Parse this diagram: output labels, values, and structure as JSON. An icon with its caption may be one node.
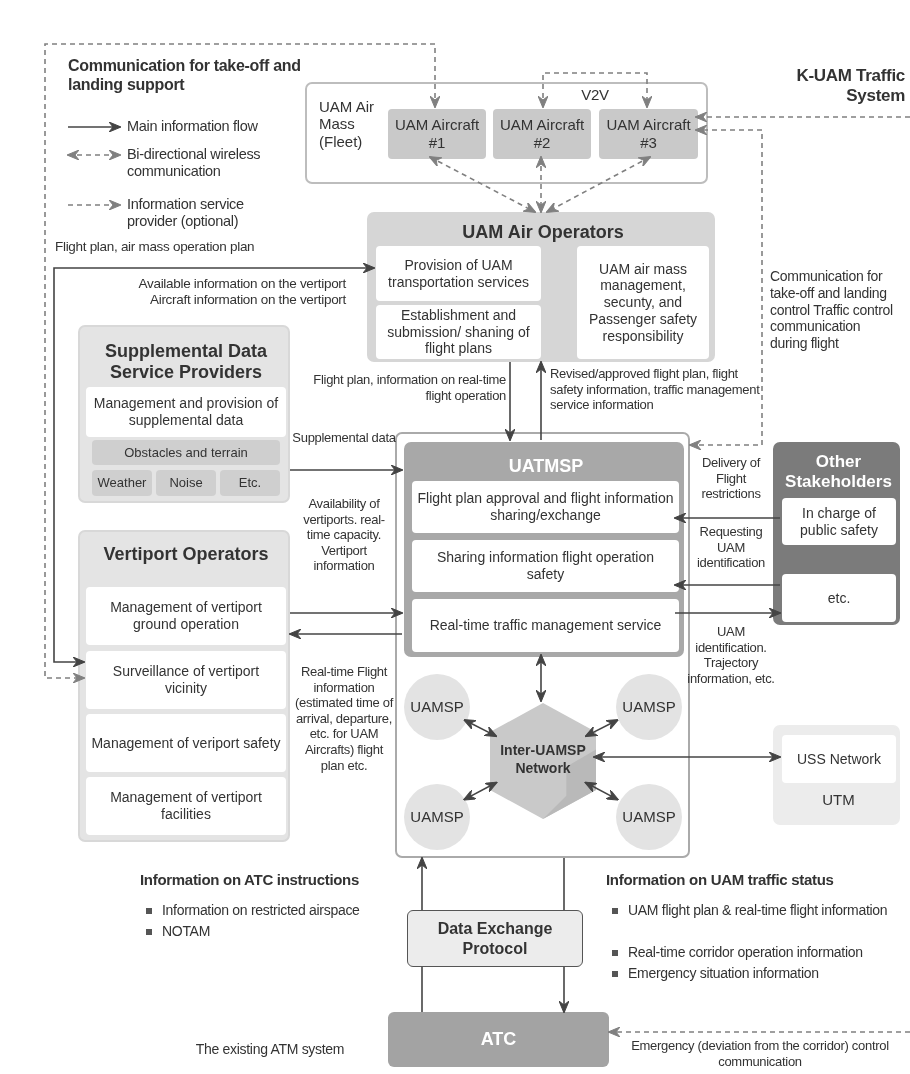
{
  "diagram": {
    "nodes": [
      {
        "text": [
          "UAM Air Mass (Fleet)"
        ]
      },
      {
        "text": [
          "UAM Aircraft #1"
        ],
        "in": 0
      },
      {
        "text": [
          "UAM Aircraft #2"
        ],
        "in": 0
      },
      {
        "text": [
          "UAM Aircraft #3"
        ],
        "in": 0
      },
      {
        "text": [
          "UAM Air Operators"
        ]
      },
      {
        "text": [
          "Provision of UAM transportation services"
        ],
        "in": 4
      },
      {
        "text": [
          "Establishment and submission/ shaning of flight plans"
        ],
        "in": 4
      },
      {
        "text": [
          "UAM air mass management, secunty, and Passenger safety responsibility"
        ],
        "in": 4
      },
      {
        "text": [
          "Supplemental Data Service Providers"
        ]
      },
      {
        "text": [
          "Management and provision of supplemental data"
        ],
        "in": 8
      },
      {
        "text": [
          "Obstacles and terrain"
        ],
        "in": 8
      },
      {
        "text": [
          "Weather"
        ],
        "in": 8
      },
      {
        "text": [
          "Noise"
        ],
        "in": 8
      },
      {
        "text": [
          "Etc."
        ],
        "in": 8
      },
      {
        "text": [
          "Vertiport Operators"
        ]
      },
      {
        "text": [
          "Management of vertiport ground operation"
        ],
        "in": 14
      },
      {
        "text": [
          "Surveillance of vertiport vicinity"
        ],
        "in": 14
      },
      {
        "text": [
          "Management of veriport safety"
        ],
        "in": 14
      },
      {
        "text": [
          "Management of vertiport facilities"
        ],
        "in": 14
      },
      {
        "text": [],
        "shape": "box"
      },
      {
        "text": [
          "UATMSP"
        ],
        "in": 19
      },
      {
        "text": [
          "Flight plan approval and flight information sharing/exchange"
        ],
        "in": 20
      },
      {
        "text": [
          "Sharing information flight operation safety"
        ],
        "in": 20
      },
      {
        "text": [
          "Real-time traffic management service"
        ],
        "in": 20
      },
      {
        "text": [
          "UAMSP"
        ],
        "in": 19
      },
      {
        "text": [
          "UAMSP"
        ],
        "in": 19
      },
      {
        "text": [
          "Inter-UAMSP Network"
        ],
        "in": 19
      },
      {
        "text": [
          "UAMSP"
        ],
        "in": 19
      },
      {
        "text": [
          "UAMSP"
        ],
        "in": 19
      },
      {
        "text": [
          "Other Stakeholders"
        ]
      },
      {
        "text": [
          "In charge of public safety"
        ],
        "in": 29
      },
      {
        "text": [
          "etc."
        ],
        "in": 29
      },
      {
        "text": [
          "UTM"
        ]
      },
      {
        "text": [
          "USS Network"
        ],
        "in": 32
      },
      {
        "text": [
          "Data Exchange Protocol"
        ]
      },
      {
        "text": [
          "ATC"
        ],
        "beside": [
          "The existing ATM system"
        ]
      }
    ],
    "edges": [
      {
        "from": 2,
        "to": 3,
        "arrow": "both",
        "style": "dashed",
        "color": "#808080",
        "label": "V2V"
      },
      {
        "from": 1,
        "to": 4,
        "arrow": "both",
        "style": "dashed",
        "color": "#808080"
      },
      {
        "from": 2,
        "to": 4,
        "arrow": "both",
        "style": "dashed",
        "color": "#808080"
      },
      {
        "from": 3,
        "to": 4,
        "arrow": "both",
        "style": "dashed",
        "color": "#808080"
      },
      {
        "from": 1,
        "to": 16,
        "arrow": "both",
        "style": "dashed",
        "color": "#808080",
        "label": "Communication for take-off and landing support"
      },
      {
        "from": null,
        "to": 3,
        "arrow": "to",
        "style": "dashed",
        "color": "#808080"
      },
      {
        "from": 19,
        "to": 3,
        "arrow": "both",
        "style": "dashed",
        "color": "#808080",
        "label": "Communication for take-off and landing control Traffic control communication during flight"
      },
      {
        "from": 16,
        "to": 5,
        "arrow": "both",
        "label": "Flight plan, air mass operation plan"
      },
      {
        "from": 4,
        "to": 20,
        "arrow": "to",
        "label": "Flight plan, information on real-time flight operation"
      },
      {
        "from": 20,
        "to": 4,
        "arrow": "to",
        "label": "Revised/approved flight plan, flight safety information, traffic management service information"
      },
      {
        "from": 8,
        "to": 20,
        "arrow": "to",
        "label": "Supplemental data"
      },
      {
        "from": 14,
        "to": 20,
        "arrow": "to",
        "label": "Availability of vertiports. real-time capacity. Vertiport information"
      },
      {
        "from": 20,
        "to": 14,
        "arrow": "to",
        "label": "Real-time Flight information (estimated time of arrival, departure, etc. for UAM Aircrafts) flight plan etc."
      },
      {
        "from": 30,
        "to": 21,
        "arrow": "to",
        "label": "Delivery of Flight restrictions"
      },
      {
        "from": 31,
        "to": 22,
        "arrow": "to",
        "label": "Requesting UAM identification"
      },
      {
        "from": 23,
        "to": 31,
        "arrow": "to",
        "label": "UAM identification. Trajectory information, etc."
      },
      {
        "from": 20,
        "to": 26,
        "arrow": "both"
      },
      {
        "from": 26,
        "to": 24,
        "arrow": "both"
      },
      {
        "from": 26,
        "to": 25,
        "arrow": "both"
      },
      {
        "from": 26,
        "to": 27,
        "arrow": "both"
      },
      {
        "from": 26,
        "to": 28,
        "arrow": "both"
      },
      {
        "from": 26,
        "to": 33,
        "arrow": "both"
      },
      {
        "from": 35,
        "to": 34,
        "arrow": "none"
      },
      {
        "from": 34,
        "to": 19,
        "arrow": "to"
      },
      {
        "from": 19,
        "to": 34,
        "arrow": "none"
      },
      {
        "from": 34,
        "to": 35,
        "arrow": "to"
      },
      {
        "from": null,
        "to": 35,
        "arrow": "to",
        "style": "dashed",
        "color": "#808080",
        "label": "Emergency (deviation from the corridor) control communication"
      }
    ],
    "labels": [
      "K-UAM Traffic System",
      "Available information on the vertiport Aircraft information on the vertiport",
      "Information on ATC instructions",
      "Information on restricted airspace",
      "NOTAM",
      "Information on UAM traffic status",
      "UAM flight plan & real-time flight information",
      "Real-time corridor operation information",
      "Emergency situation information"
    ],
    "legend": [
      {
        "text": "Main information flow"
      },
      {
        "text": "Bi-directional wireless communication"
      },
      {
        "text": "Information service provider (optional)"
      }
    ]
  }
}
